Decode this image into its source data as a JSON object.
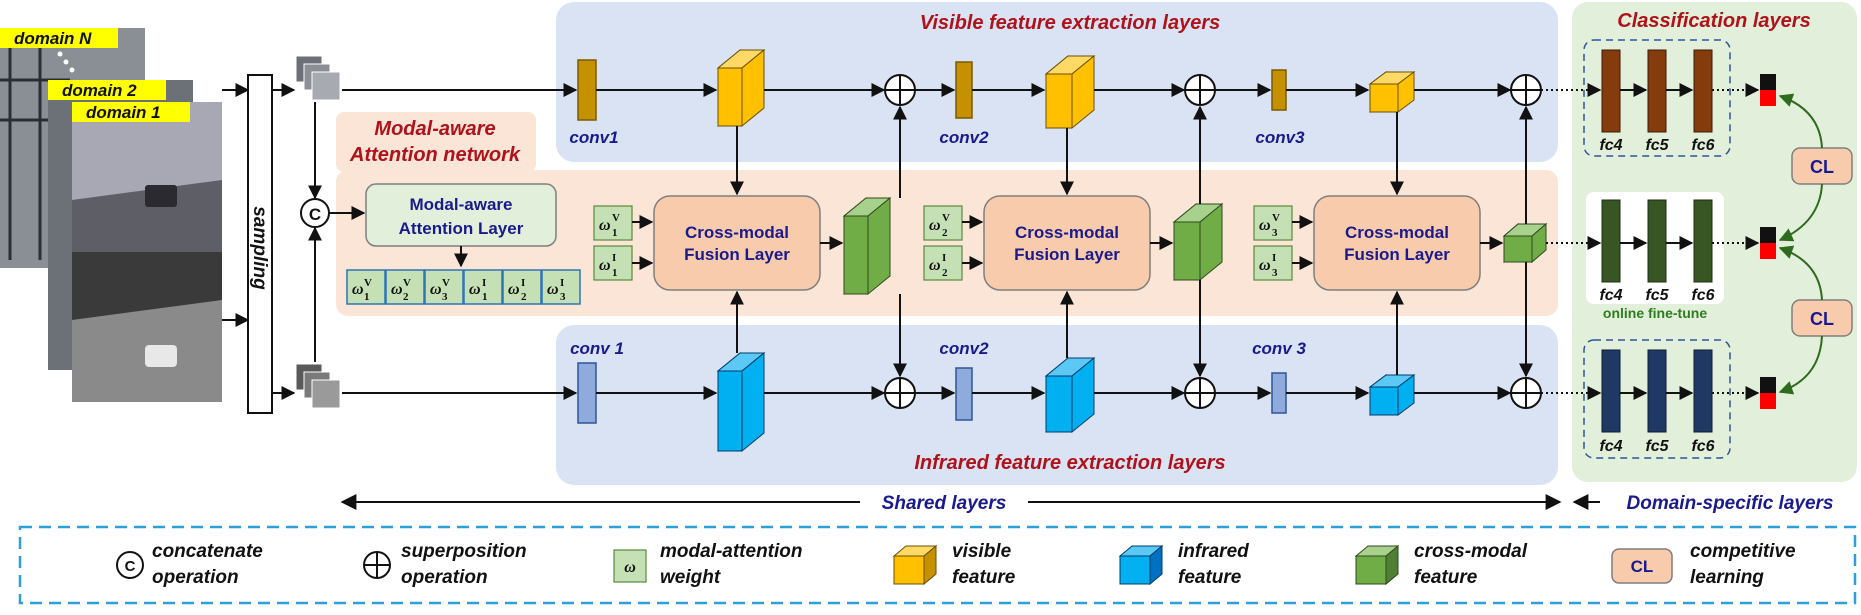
{
  "sections": {
    "visible_title": "Visible feature extraction layers",
    "infrared_title": "Infrared feature extraction layers",
    "classification_title": "Classification layers",
    "modal_attention_title_1": "Modal-aware",
    "modal_attention_title_2": "Attention network"
  },
  "inputs": {
    "domains": [
      "domain N",
      "domain 2",
      "domain 1"
    ],
    "sampling_label": "sampling"
  },
  "attention_layer": {
    "line1": "Modal-aware",
    "line2": "Attention Layer"
  },
  "fusion_layer": {
    "line1": "Cross-modal",
    "line2": "Fusion Layer"
  },
  "conv_labels": {
    "visible": [
      "conv1",
      "conv2",
      "conv3"
    ],
    "infrared": [
      "conv 1",
      "conv2",
      "conv 3"
    ]
  },
  "fc_labels": [
    "fc4",
    "fc5",
    "fc6"
  ],
  "online_finetune": "online fine-tune",
  "cl_label": "CL",
  "concat_symbol": "C",
  "weights": {
    "symbol": "ω",
    "visible_sup": "V",
    "infrared_sup": "I",
    "subs": [
      "1",
      "2",
      "3"
    ]
  },
  "bottom_labels": {
    "shared": "Shared layers",
    "domain_specific": "Domain-specific layers"
  },
  "legend": {
    "concat": [
      "concatenate",
      "operation"
    ],
    "superposition": [
      "superposition",
      "operation"
    ],
    "modal_weight": [
      "modal-attention",
      "weight"
    ],
    "visible": [
      "visible",
      "feature"
    ],
    "infrared": [
      "infrared",
      "feature"
    ],
    "cross_modal": [
      "cross-modal",
      "feature"
    ],
    "competitive": [
      "competitive",
      "learning"
    ]
  },
  "colors": {
    "visible_band": "#dae3f3",
    "infrared_band": "#dae3f3",
    "attention_band": "#fbe5d6",
    "classification_band": "#e2efda",
    "visible_feature": "#ffc000",
    "infrared_feature": "#00b0f0",
    "cross_modal_feature": "#70ad47",
    "fusion_box": "#f8cbad",
    "weight_box": "#c5e0b4",
    "fc_visible": "#843c0c",
    "fc_cross": "#375623",
    "fc_infrared": "#1f3864",
    "accent_red": "#b0121b",
    "accent_navy": "#1a1a8c",
    "legend_border": "#2e9fd8"
  }
}
